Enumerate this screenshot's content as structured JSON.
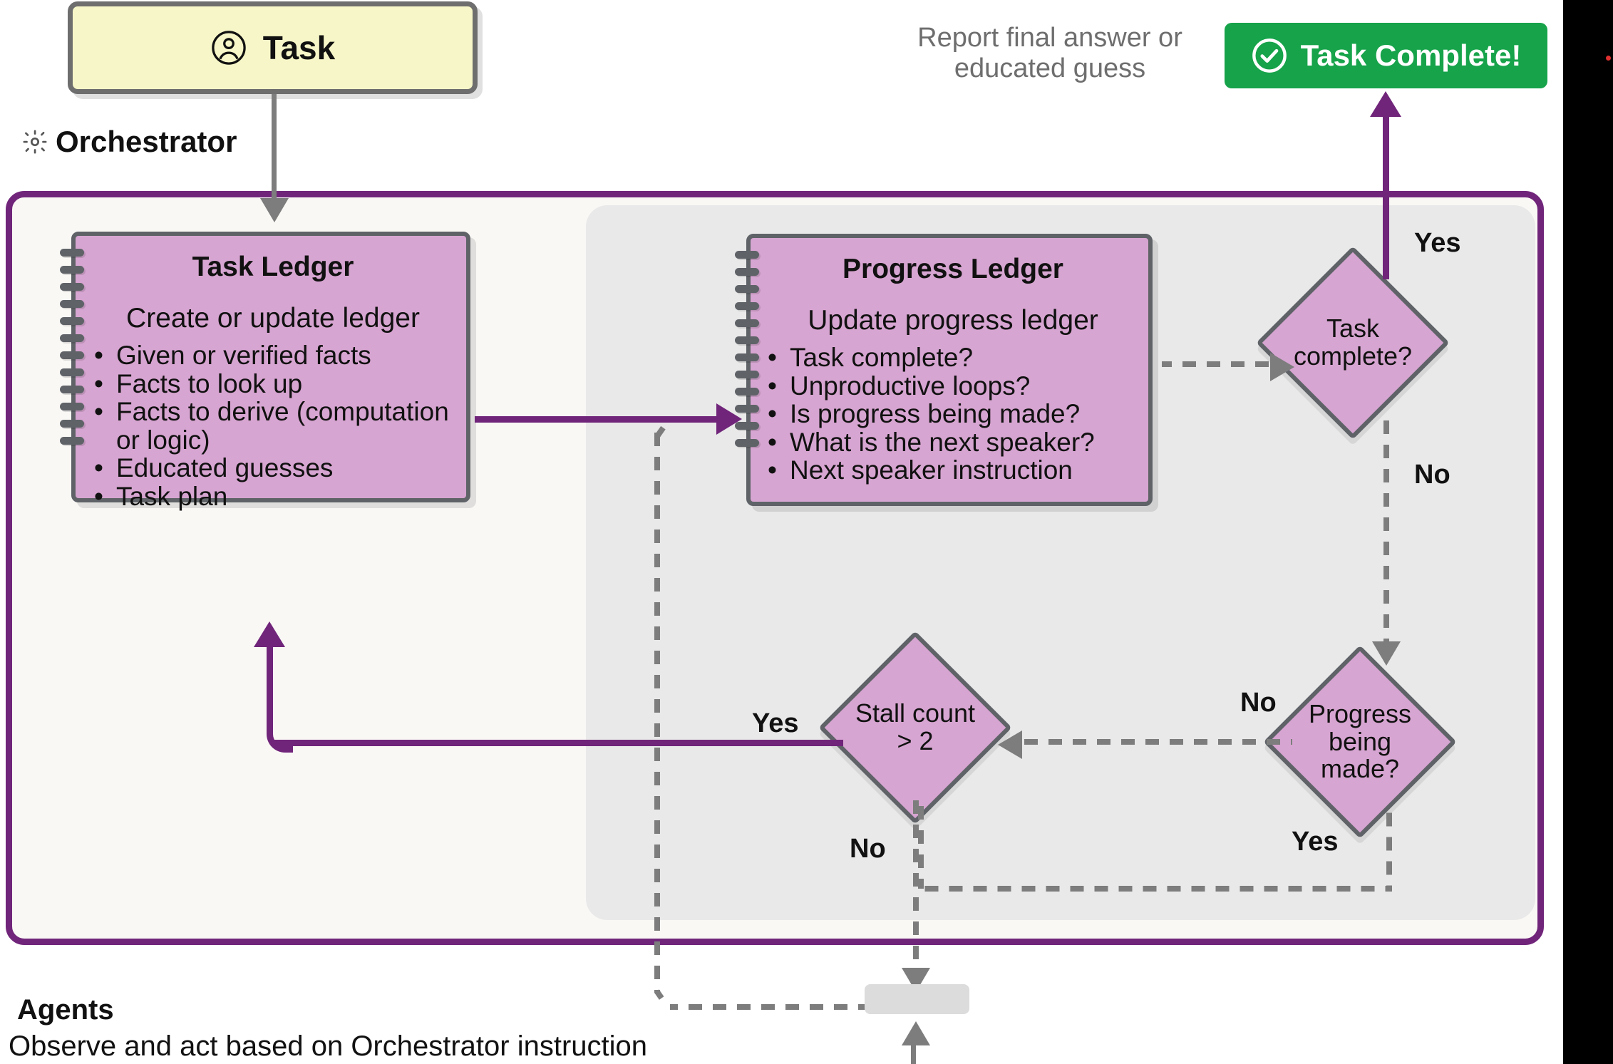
{
  "title": "Magentic-One Orchestrator Flow",
  "colors": {
    "accent_purple": "#70257a",
    "ledger_pink": "#d7a5d1",
    "task_card_yellow": "#f7f6c8",
    "success_green": "#16a34a",
    "connector_gray": "#7d7d7d",
    "panel_gray": "#e9e9e9",
    "orchestrator_bg": "#faf8f5"
  },
  "task_card": {
    "label": "Task",
    "icon": "user-circle-icon"
  },
  "orchestrator": {
    "label": "Orchestrator",
    "icon": "gear-icon"
  },
  "task_ledger": {
    "title": "Task Ledger",
    "subtitle": "Create or update ledger",
    "bullets": [
      "Given or verified facts",
      "Facts to look up",
      "Facts to derive (computation or logic)",
      "Educated guesses",
      "Task plan"
    ]
  },
  "progress_ledger": {
    "title": "Progress Ledger",
    "subtitle": "Update progress ledger",
    "bullets": [
      "Task complete?",
      "Unproductive loops?",
      "Is progress being made?",
      "What is the next speaker?",
      "Next speaker instruction"
    ]
  },
  "decisions": [
    {
      "id": "task-complete",
      "label": "Task complete?",
      "yes_label": "Yes",
      "no_label": "No"
    },
    {
      "id": "progress-being-made",
      "label": "Progress being made?",
      "yes_label": "Yes",
      "no_label": "No"
    },
    {
      "id": "stall-count",
      "label": "Stall count > 2",
      "yes_label": "Yes",
      "no_label": "No"
    }
  ],
  "completion": {
    "note": "Report final answer or educated guess",
    "badge_label": "Task Complete!",
    "badge_icon": "check-circle-icon"
  },
  "agents": {
    "title": "Agents",
    "subtitle": "Observe and act based on Orchestrator instruction"
  },
  "edge_labels": {
    "task_complete_yes": "Yes",
    "task_complete_no": "No",
    "progress_made_no": "No",
    "progress_made_yes": "Yes",
    "stall_yes": "Yes",
    "stall_no": "No"
  },
  "bullet_glyph": "•"
}
